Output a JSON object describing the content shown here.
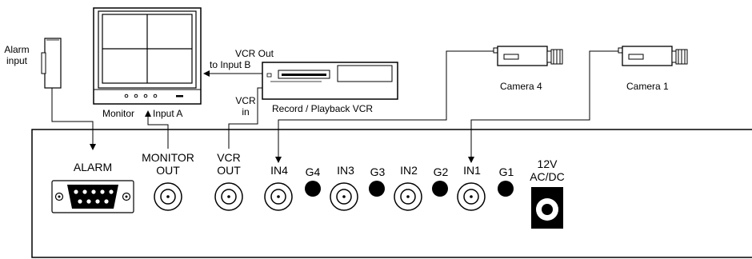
{
  "labels": {
    "alarm_input": [
      "Alarm",
      "input"
    ],
    "monitor": "Monitor",
    "input_a": "Input A",
    "vcr_out_to_input_b": [
      "VCR Out",
      "to Input B"
    ],
    "vcr_in": [
      "VCR",
      "in"
    ],
    "record_playback_vcr": "Record / Playback VCR",
    "camera_4": "Camera 4",
    "camera_1": "Camera 1"
  },
  "panel": {
    "alarm": "ALARM",
    "monitor_out": [
      "MONITOR",
      "OUT"
    ],
    "vcr_out": [
      "VCR",
      "OUT"
    ],
    "in4": "IN4",
    "g4": "G4",
    "in3": "IN3",
    "g3": "G3",
    "in2": "IN2",
    "g2": "G2",
    "in1": "IN1",
    "g1": "G1",
    "power": [
      "12V",
      "AC/DC"
    ]
  }
}
